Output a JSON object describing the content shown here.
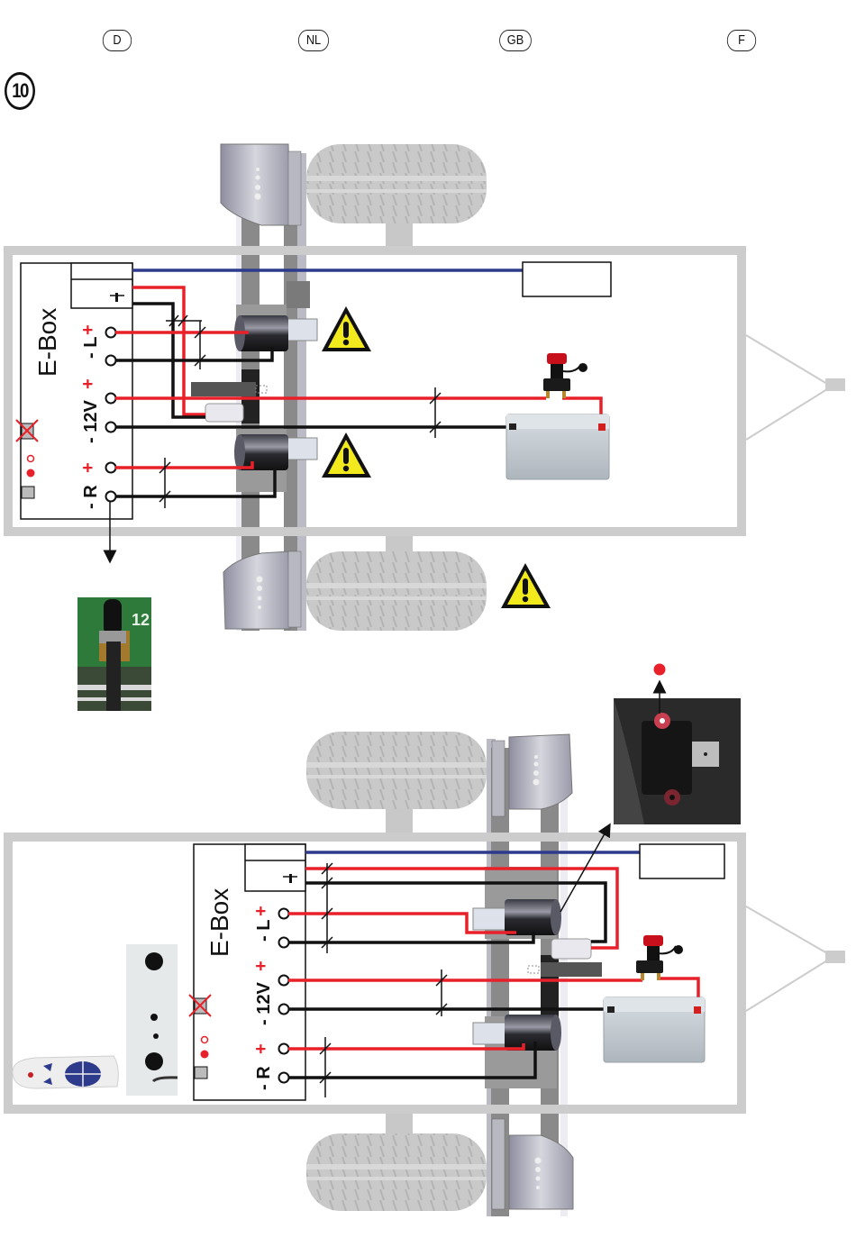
{
  "languages": [
    {
      "code": "D"
    },
    {
      "code": "NL"
    },
    {
      "code": "GB"
    },
    {
      "code": "F"
    }
  ],
  "step_number": "10",
  "colors": {
    "positive_wire": "#e8202a",
    "negative_wire": "#111111",
    "signal_wire": "#2e3a8c",
    "chassis": "#cccccc",
    "tyre": "#c8c8c8",
    "warning_yellow": "#f2ea1c"
  },
  "diagrams": [
    {
      "id": "top",
      "ebox": {
        "title": "E-Box",
        "terminal_groups": [
          {
            "label": "- L",
            "polarity_sign": "+"
          },
          {
            "label": "- 12V",
            "polarity_sign": "+"
          },
          {
            "label": "- R",
            "polarity_sign": "+"
          }
        ],
        "minus_label": "-"
      },
      "components": [
        "left-motor",
        "right-motor",
        "battery",
        "battery-isolator-switch",
        "receiver-box",
        "warning-sign",
        "warning-sign"
      ],
      "inset_photo": "potentiometer-connector-photo",
      "inset_photo_text": "12"
    },
    {
      "id": "bottom",
      "ebox": {
        "title": "E-Box",
        "terminal_groups": [
          {
            "label": "- L",
            "polarity_sign": "+"
          },
          {
            "label": "- 12V",
            "polarity_sign": "+"
          },
          {
            "label": "- R",
            "polarity_sign": "+"
          }
        ],
        "minus_label": "-"
      },
      "components": [
        "left-motor",
        "right-motor",
        "battery",
        "battery-isolator-switch",
        "receiver-box",
        "remote-control",
        "ebox-panel-photo",
        "motor-terminal-photo"
      ]
    }
  ]
}
